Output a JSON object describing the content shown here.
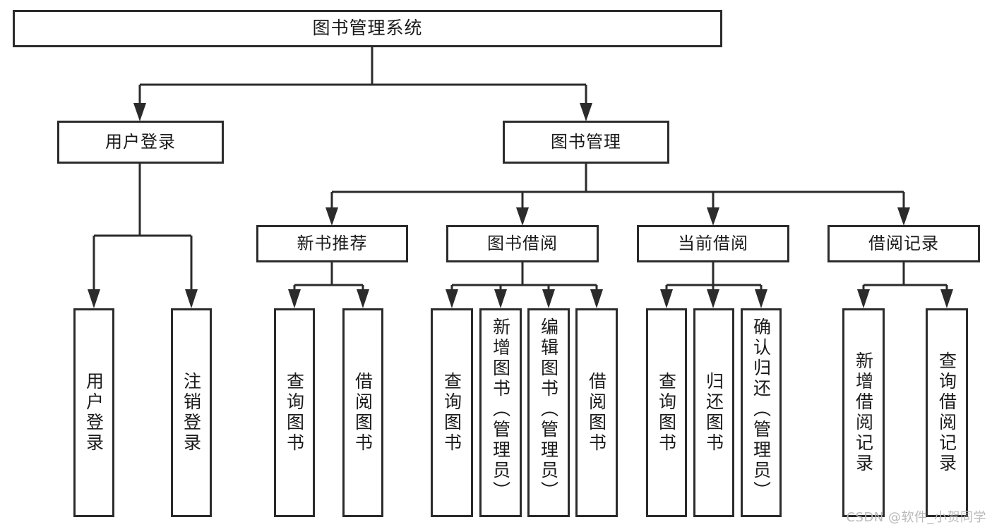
{
  "diagram": {
    "title": "图书管理系统",
    "type": "tree",
    "background": "#ffffff",
    "line_color": "#2b2b2b",
    "box_border_color": "#2b2b2b",
    "box_fill_color": "#ffffff",
    "text_color": "#1a1a1a"
  },
  "nodes": {
    "root": {
      "label": "图书管理系统"
    },
    "level2": [
      {
        "label": "用户登录"
      },
      {
        "label": "图书管理"
      }
    ],
    "level3": [
      {
        "label": "新书推荐"
      },
      {
        "label": "图书借阅"
      },
      {
        "label": "当前借阅"
      },
      {
        "label": "借阅记录"
      }
    ],
    "leaves_user_login": [
      {
        "label": "用户登录"
      },
      {
        "label": "注销登录"
      }
    ],
    "leaves_new_books": [
      {
        "label": "查询图书"
      },
      {
        "label": "借阅图书"
      }
    ],
    "leaves_borrow": [
      {
        "label": "查询图书"
      },
      {
        "label": "新增图书（管理员）"
      },
      {
        "label": "编辑图书（管理员）"
      },
      {
        "label": "借阅图书"
      }
    ],
    "leaves_current": [
      {
        "label": "查询图书"
      },
      {
        "label": "归还图书"
      },
      {
        "label": "确认归还（管理员）"
      }
    ],
    "leaves_records": [
      {
        "label": "新增借阅记录"
      },
      {
        "label": "查询借阅记录"
      }
    ]
  },
  "watermark": {
    "text": "CSDN @软件_小贺同学"
  }
}
